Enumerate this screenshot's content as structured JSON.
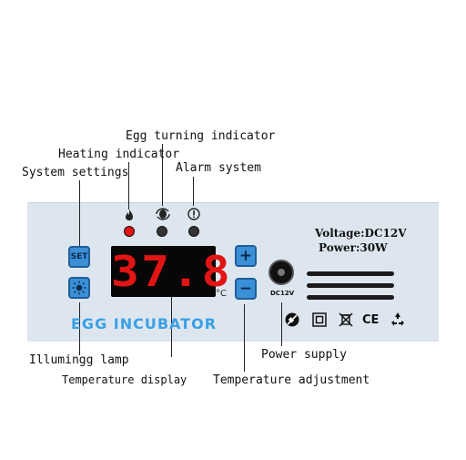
{
  "callouts": {
    "egg_turning": "Egg turning indicator",
    "heating": "Heating indicator",
    "system_settings": "System settings",
    "alarm": "Alarm system",
    "illuming": "Illumingg lamp",
    "temp_display": "Temperature display",
    "power_supply": "Power supply",
    "temp_adjust": "Temperature adjustment"
  },
  "panel": {
    "title": "EGG INCUBATOR",
    "set_label": "SET",
    "display_value": "37.8",
    "unit": "°C",
    "plus": "+",
    "minus": "−",
    "voltage": "Voltage:DC12V",
    "power": "Power:30W",
    "dc_label": "DC12V",
    "cert_ce": "CE"
  },
  "colors": {
    "accent": "#3aa0e6",
    "led_red": "#e31414",
    "button_blue": "#3a8fd6"
  }
}
